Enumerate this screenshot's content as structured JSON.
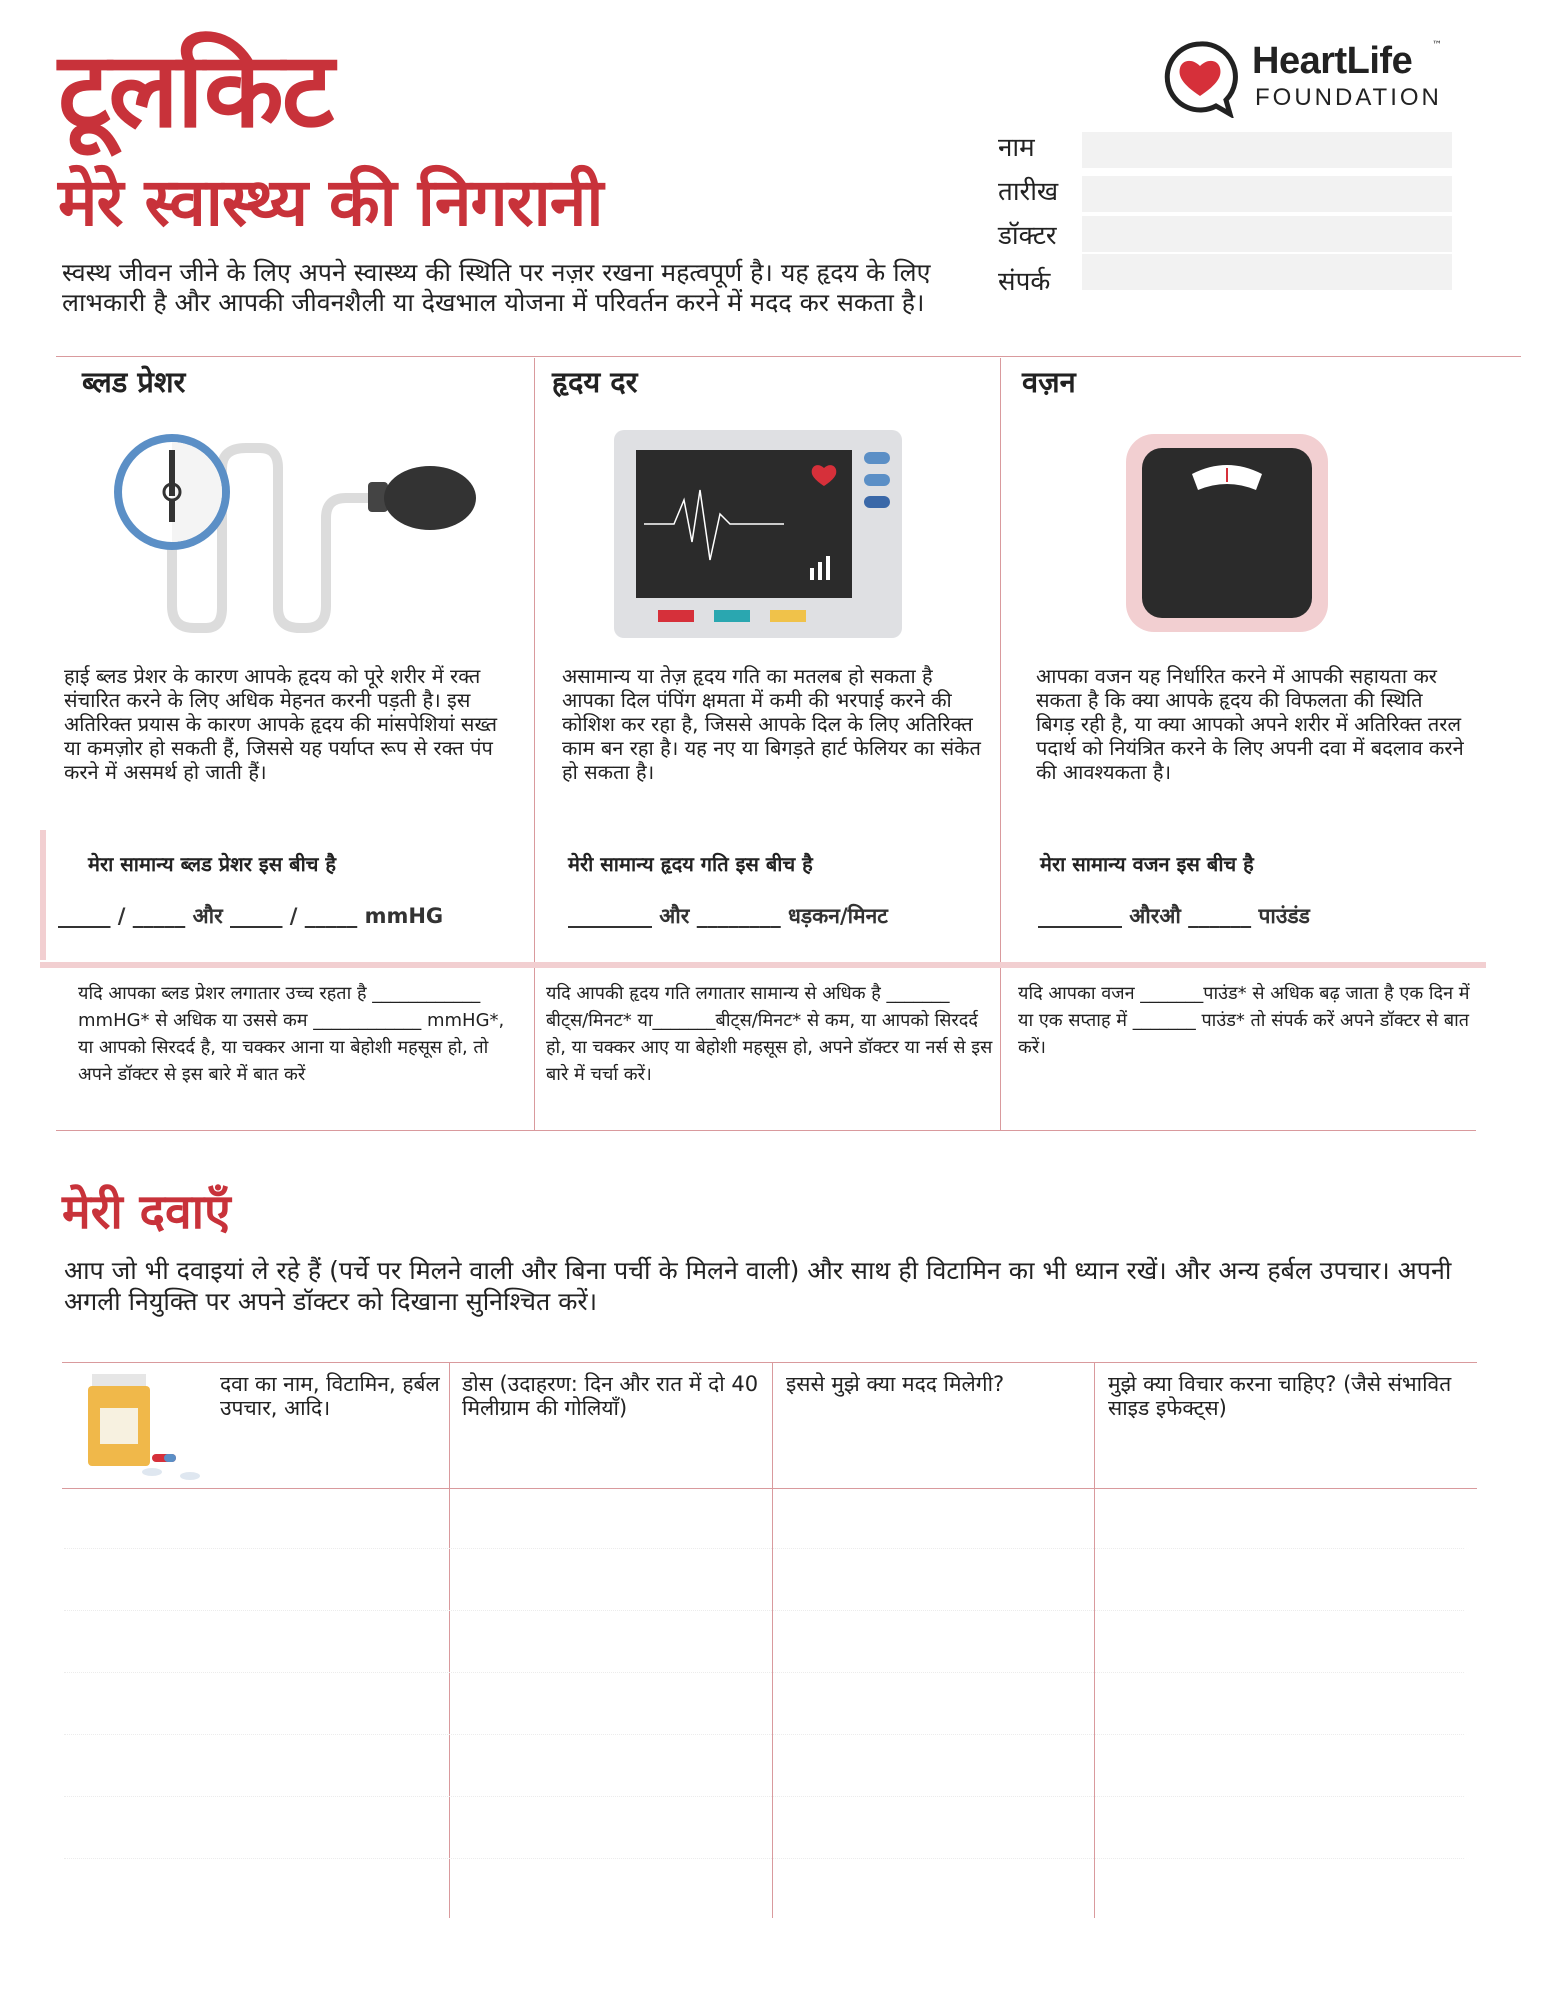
{
  "header": {
    "title_line1": "टूलकिट",
    "title_line2": "मेरे स्वास्थ्य की निगरानी",
    "intro": "स्वस्थ जीवन जीने के लिए अपने स्वास्थ्य की स्थिति पर नज़र रखना महत्वपूर्ण है। यह हृदय के लिए लाभकारी है और आपकी जीवनशैली या देखभाल योजना में परिवर्तन करने में मदद कर सकता है।"
  },
  "logo": {
    "brand": "HeartLife",
    "tm": "™",
    "subtitle": "FOUNDATION"
  },
  "fields": [
    {
      "label": "नाम",
      "value": ""
    },
    {
      "label": "तारीख",
      "value": ""
    },
    {
      "label": "डॉक्टर",
      "value": ""
    },
    {
      "label": "संपर्क",
      "value": ""
    }
  ],
  "columns": [
    {
      "title": "ब्लड प्रेशर",
      "description": "हाई ब्लड प्रेशर के कारण आपके हृदय को पूरे शरीर में रक्त संचारित करने के लिए अधिक मेहनत करनी पड़ती है। इस अतिरिक्त प्रयास के कारण आपके हृदय की मांसपेशियां सख्त या कमज़ोर हो सकती हैं, जिससे यह पर्याप्त रूप से रक्त पंप करने में असमर्थ हो जाती हैं।",
      "normal_label": "मेरा सामान्य ब्लड प्रेशर इस बीच है",
      "range": "_____ / _____ और _____ / _____ mmHG",
      "warning": "यदि आपका ब्लड प्रेशर लगातार उच्च रहता है ____________ mmHG* से अधिक या उससे कम ____________ mmHG*, या आपको सिरदर्द है, या चक्कर आना या बेहोशी महसूस हो, तो अपने डॉक्टर से इस बारे में बात करें"
    },
    {
      "title": "हृदय दर",
      "description": "असामान्य या तेज़ हृदय गति का मतलब हो सकता है आपका दिल पंपिंग क्षमता में कमी की भरपाई करने की कोशिश कर रहा है, जिससे आपके दिल के लिए अतिरिक्त काम बन रहा है। यह नए या बिगड़ते हार्ट फेलियर का संकेत हो सकता है।",
      "normal_label": "मेरी सामान्य हृदय गति इस बीच है",
      "range": "________ और ________ धड़कन/मिनट",
      "warning": "यदि आपकी हृदय गति लगातार सामान्य से अधिक है _______ बीट्स/मिनट* या_______बीट्स/मिनट* से कम, या आपको सिरदर्द हो, या चक्कर आए या बेहोशी महसूस हो, अपने डॉक्टर या नर्स से इस बारे में चर्चा करें।"
    },
    {
      "title": "वज़न",
      "description": "आपका वजन यह निर्धारित करने में आपकी सहायता कर सकता है कि क्या आपके हृदय की विफलता की स्थिति बिगड़ रही है, या क्या आपको अपने शरीर में अतिरिक्त तरल पदार्थ को नियंत्रित करने के लिए अपनी दवा में बदलाव करने की आवश्यकता है।",
      "normal_label": "मेरा सामान्य वजन इस बीच है",
      "range": "________ औरऔ ______ पाउंडंड",
      "warning": "यदि आपका वजन _______पाउंड* से अधिक बढ़ जाता है एक दिन में या एक सप्ताह में _______ पाउंड* तो संपर्क करें अपने डॉक्टर से बात करें।"
    }
  ],
  "medications": {
    "title": "मेरी दवाएँ",
    "description": "आप जो भी दवाइयां ले रहे हैं (पर्चे पर मिलने वाली और बिना पर्ची के मिलने वाली) और साथ ही विटामिन का भी ध्यान रखें। और अन्य हर्बल उपचार। अपनी अगली नियुक्ति पर अपने डॉक्टर को दिखाना सुनिश्चित करें।",
    "headers": [
      "दवा का नाम, विटामिन, हर्बल उपचार, आदि।",
      "डोस (उदाहरण: दिन और रात में दो 40 मिलीग्राम की गोलियाँ)",
      "इससे मुझे क्या मदद मिलेगी?",
      "मुझे क्या विचार करना चाहिए? (जैसे संभावित साइड इफेक्ट्स)"
    ]
  },
  "colors": {
    "accent": "#c8323a",
    "divider": "#d99a9d",
    "pink": "#f2cfd1"
  },
  "icons": [
    "heart-logo-icon",
    "blood-pressure-gauge-icon",
    "heart-monitor-icon",
    "weighing-scale-icon",
    "pill-bottle-icon"
  ]
}
